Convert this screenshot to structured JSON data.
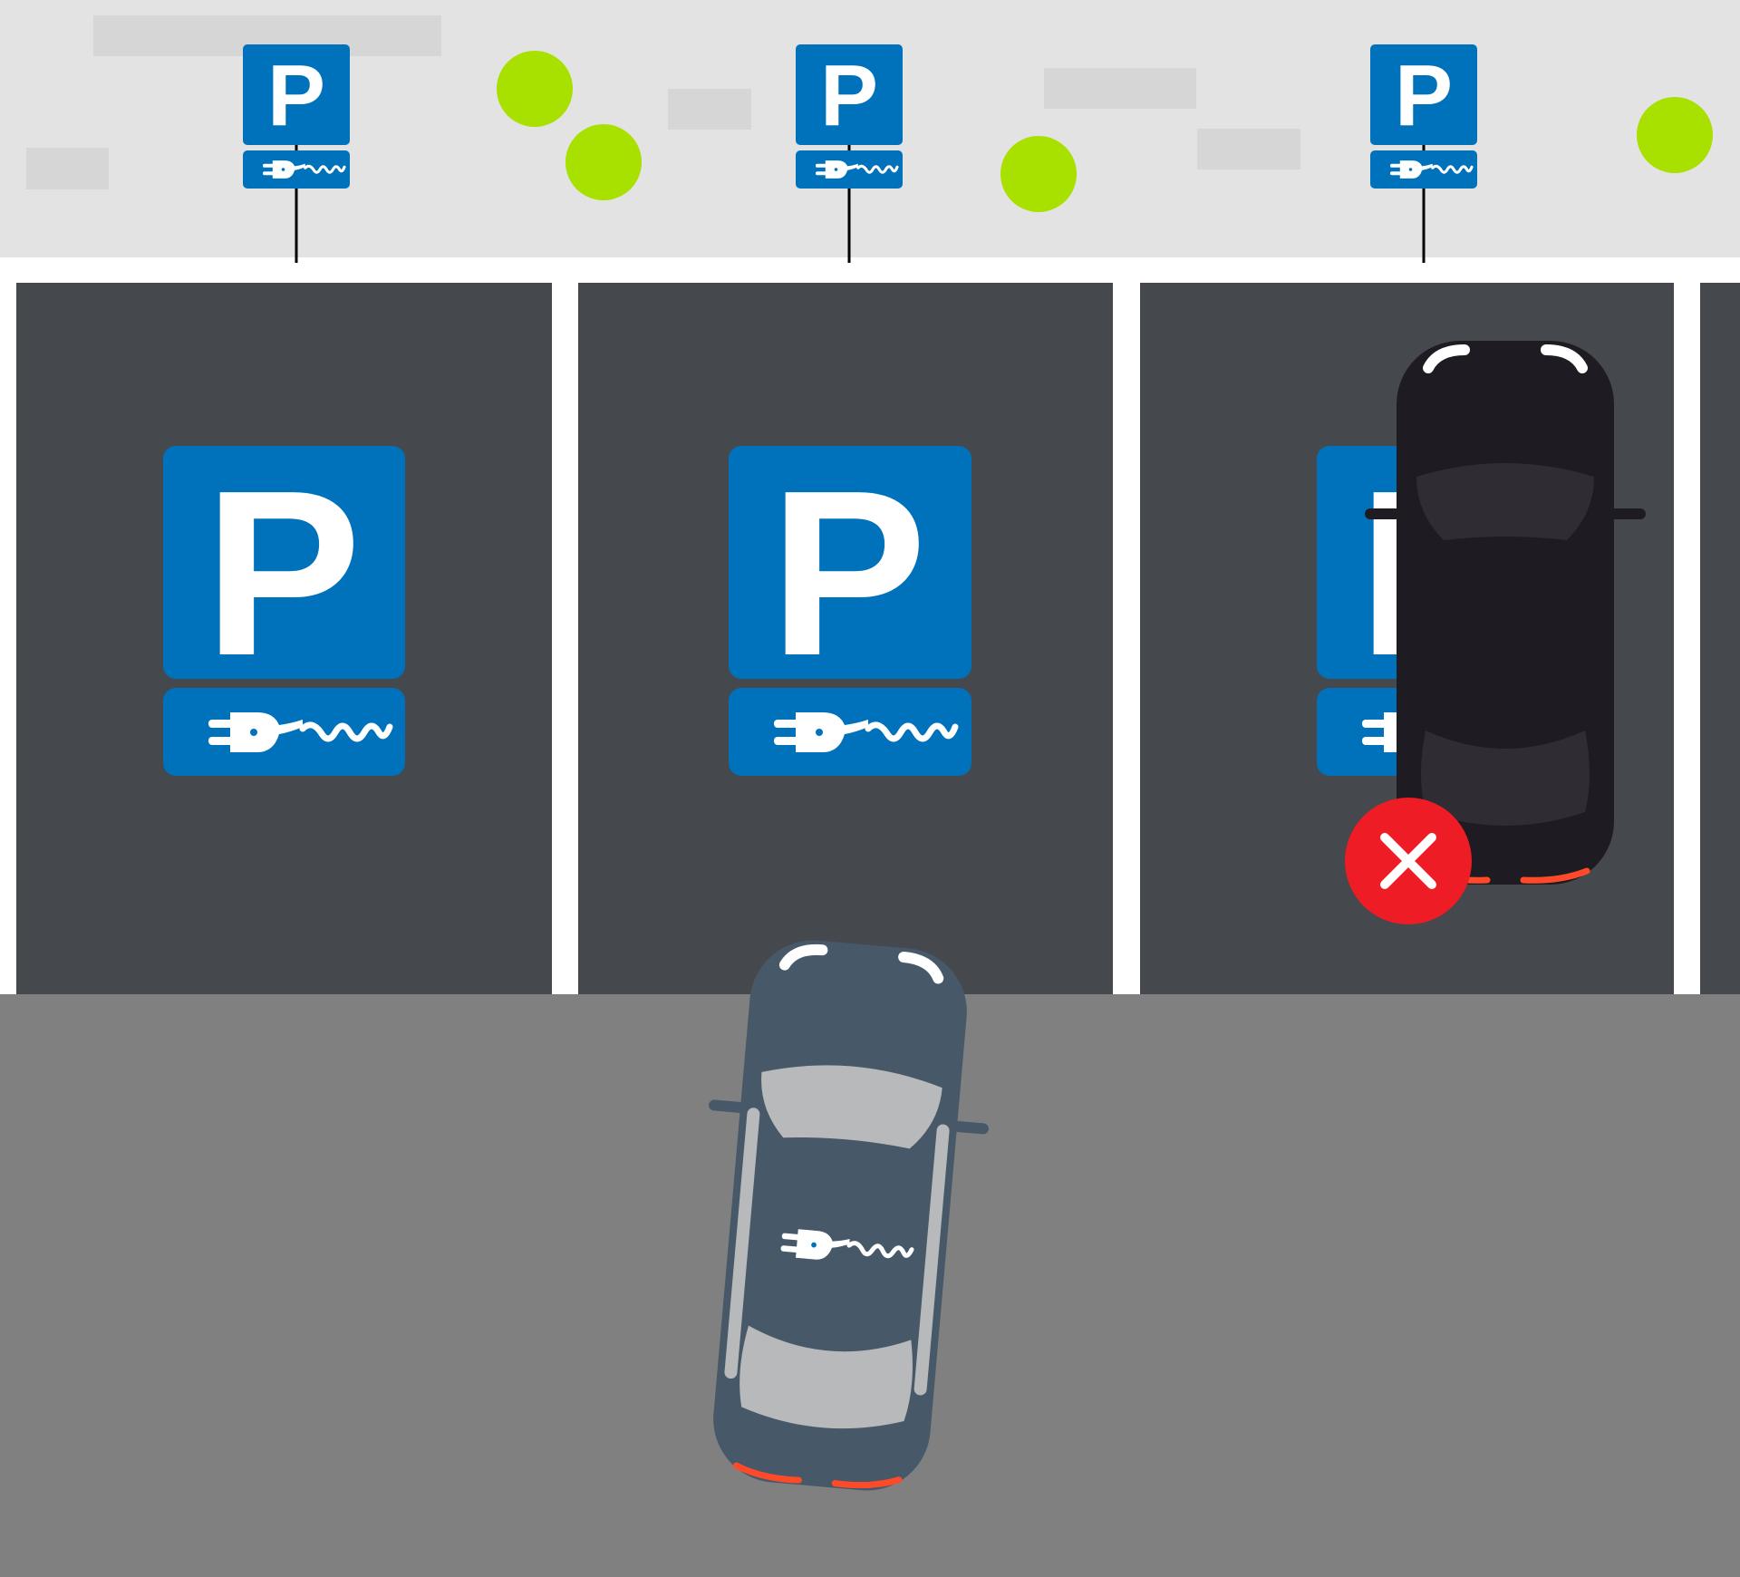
{
  "scene": {
    "sign_letter": "P",
    "spots": [
      {
        "label": "P",
        "status": "free"
      },
      {
        "label": "P",
        "status": "free"
      },
      {
        "label": "P",
        "status": "occupied"
      }
    ],
    "blocked_marker": "x-icon"
  },
  "colors": {
    "sidewalk": "#e3e3e3",
    "placeholder": "#d6d6d6",
    "lines": "#ffffff",
    "spot": "#45484c",
    "road": "#808080",
    "sign_blue": "#0071bb",
    "tree_green": "#a8e000",
    "blocked_red": "#ee1c24",
    "ev_car": "#475869",
    "parked_car": "#1e1b22"
  }
}
